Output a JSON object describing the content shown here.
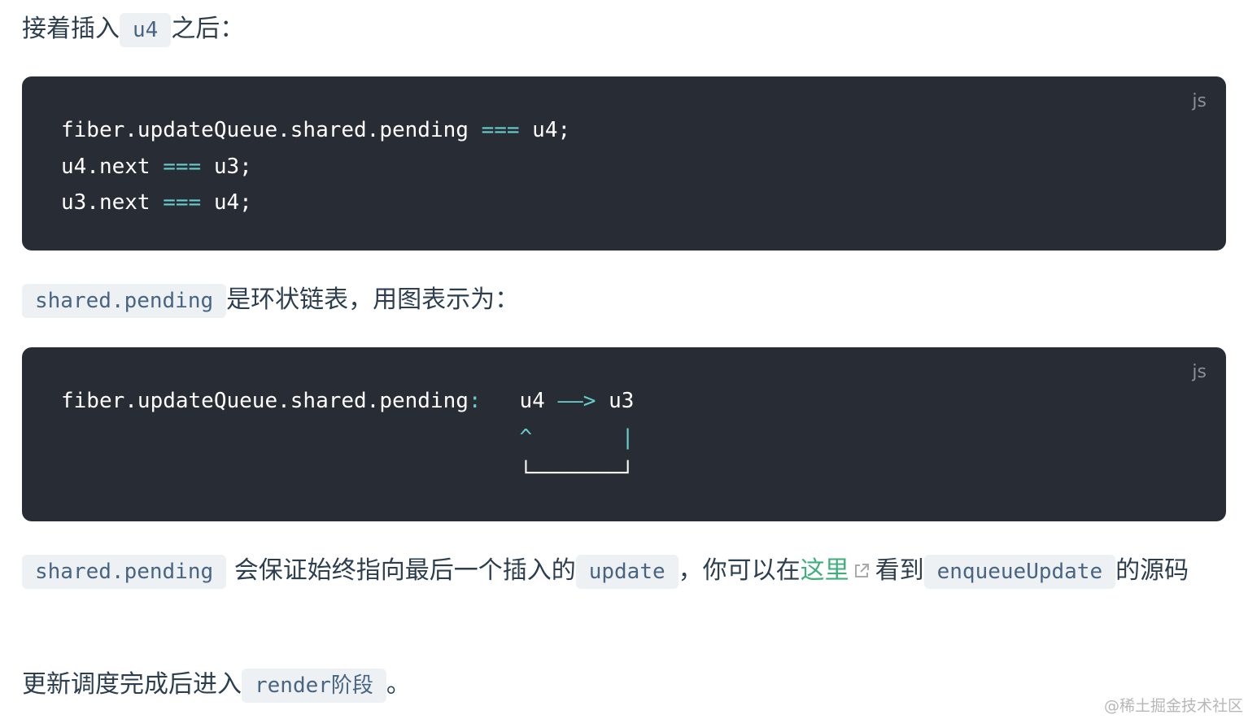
{
  "p1": {
    "text_before": "接着插入",
    "code": "u4",
    "text_after": "之后："
  },
  "code1": {
    "lang": "js",
    "line1": {
      "a": "fiber.updateQueue.shared.pending ",
      "op": "===",
      "b": " u4;"
    },
    "line2": {
      "a": "u4.next ",
      "op": "===",
      "b": " u3;"
    },
    "line3": {
      "a": "u3.next ",
      "op": "===",
      "b": " u4;"
    }
  },
  "p2": {
    "code": "shared.pending",
    "text": "是环状链表，用图表示为："
  },
  "code2": {
    "lang": "js",
    "line1": {
      "label": "fiber.updateQueue.shared.pending",
      "colon": ":",
      "nodes_pre": "   u4 ",
      "arrow": "——>",
      "nodes_post": " u3"
    },
    "line2": {
      "pad": "                                    ",
      "caret": "^",
      "gap": "       ",
      "bar": "|"
    },
    "line3": {
      "pad": "                                    ",
      "box": "└───────┘"
    }
  },
  "p3": {
    "code1": "shared.pending",
    "text1": " 会保证始终指向最后一个插入的",
    "code2": "update",
    "text2": "，你可以在",
    "link": "这里",
    "text3": "看到",
    "code3": "enqueueUpdate",
    "text4": "的源码"
  },
  "p4": {
    "text": "更新调度完成后进入",
    "code": "render阶段",
    "text_after": "。"
  },
  "watermark": "@稀土掘金技术社区"
}
